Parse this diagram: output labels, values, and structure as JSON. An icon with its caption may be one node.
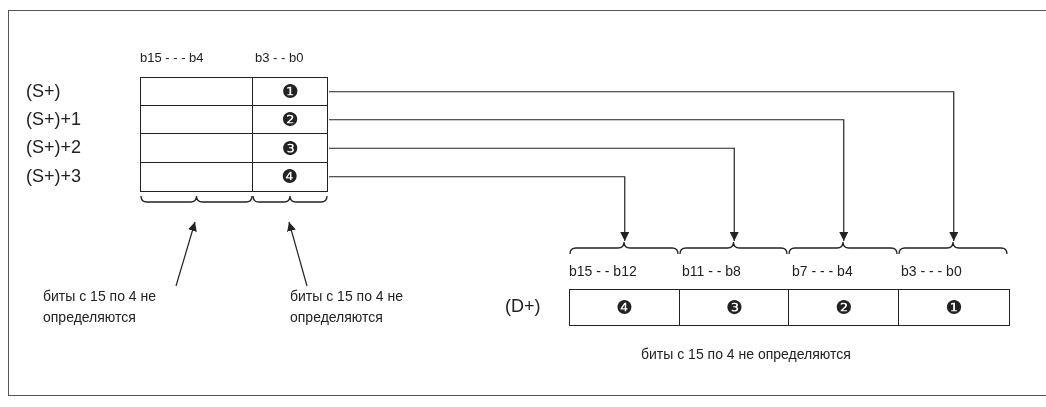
{
  "diagram": {
    "nodes": [
      {
        "text": [],
        "shape": "box"
      },
      {
        "text": [
          "❶"
        ]
      },
      {
        "text": [],
        "shape": "box"
      },
      {
        "text": [
          "❷"
        ]
      },
      {
        "text": [],
        "shape": "box"
      },
      {
        "text": [
          "❸"
        ]
      },
      {
        "text": [],
        "shape": "box"
      },
      {
        "text": [
          "❹"
        ]
      },
      {
        "text": [
          "❹"
        ]
      },
      {
        "text": [
          "❸"
        ]
      },
      {
        "text": [
          "❷"
        ]
      },
      {
        "text": [
          "❶"
        ]
      },
      {
        "text": [
          "биты с 15 по 4 не определяются"
        ]
      },
      {
        "text": [
          "биты с 15 по 4 не определяются"
        ]
      }
    ],
    "edges": [
      {
        "from": 1,
        "to": 11,
        "arrow": "to"
      },
      {
        "from": 3,
        "to": 10,
        "arrow": "to"
      },
      {
        "from": 5,
        "to": 9,
        "arrow": "to"
      },
      {
        "from": 7,
        "to": 8,
        "arrow": "to"
      },
      {
        "from": 12,
        "to": null,
        "arrow": "to"
      },
      {
        "from": 13,
        "to": null,
        "arrow": "to"
      }
    ],
    "labels": [
      "b15 - - - b4",
      "b3 - - b0",
      "(S+)",
      "(S+)+1",
      "(S+)+2",
      "(S+)+3",
      "b15 - - b12",
      "b11 - - b8",
      "b7 - - - b4",
      "b3 - - - b0",
      "(D+)",
      "биты с 15 по 4 не определяются"
    ]
  }
}
